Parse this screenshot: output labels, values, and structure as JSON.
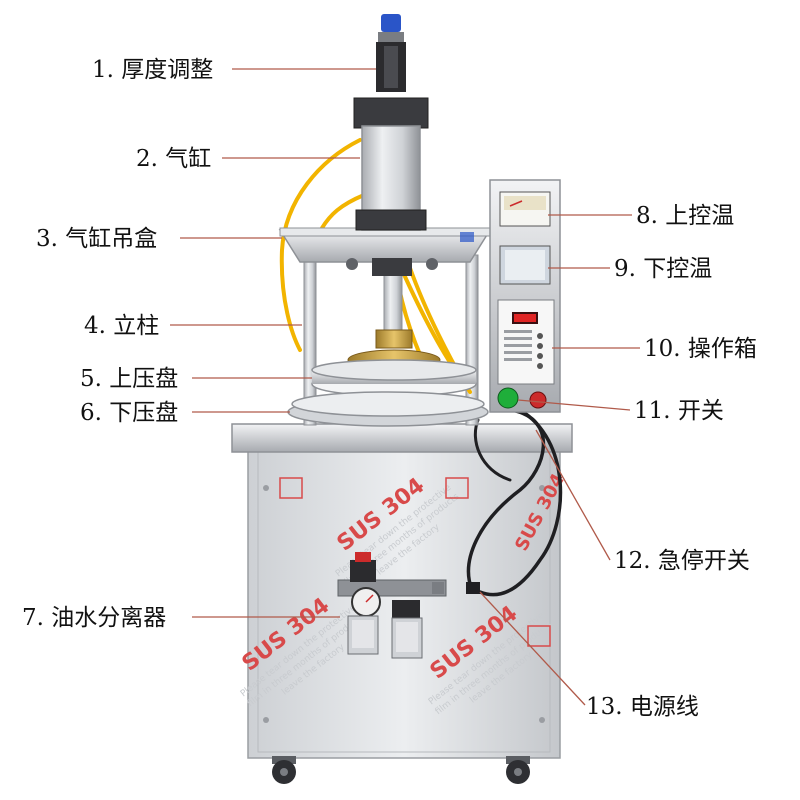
{
  "labels": [
    {
      "id": "thickness",
      "text": "1. 厚度调整"
    },
    {
      "id": "cylinder",
      "text": "2. 气缸"
    },
    {
      "id": "cylinder-box",
      "text": "3. 气缸吊盒"
    },
    {
      "id": "column",
      "text": "4. 立柱"
    },
    {
      "id": "upper-plate",
      "text": "5. 上压盘"
    },
    {
      "id": "lower-plate",
      "text": "6. 下压盘"
    },
    {
      "id": "filter",
      "text": "7. 油水分离器"
    },
    {
      "id": "upper-temp",
      "text": "8. 上控温"
    },
    {
      "id": "lower-temp",
      "text": "9. 下控温"
    },
    {
      "id": "control-box",
      "text": "10. 操作箱"
    },
    {
      "id": "switch",
      "text": "11. 开关"
    },
    {
      "id": "emergency-stop",
      "text": "12. 急停开关"
    },
    {
      "id": "power-cord",
      "text": "13. 电源线"
    }
  ],
  "cabinet": {
    "material_mark": "SUS 304",
    "film_notice": [
      "Please tear down the protective",
      "film in three months of products",
      "leave the factory"
    ]
  },
  "colors": {
    "leader": "#b05a4a",
    "label_text": "#111111",
    "steel": "#d9dbde",
    "steel_dark": "#8e9196",
    "hose": "#f2b400",
    "brass": "#c8a040",
    "mark_red": "#d84a4a",
    "switch_green": "#1fae3a",
    "valve_red": "#cc2b2b",
    "cap_blue": "#2a55c8"
  }
}
